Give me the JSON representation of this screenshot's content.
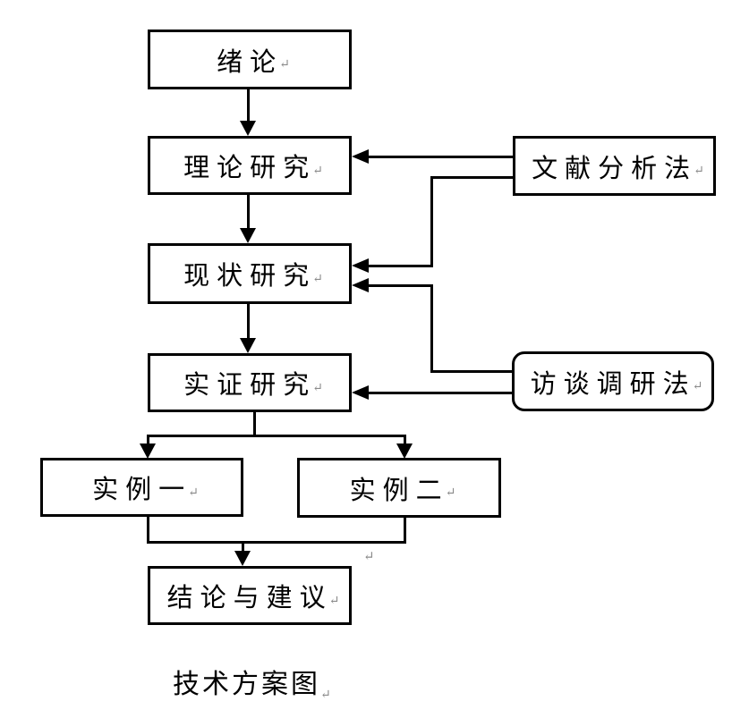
{
  "diagram": {
    "title": "技术方案图",
    "paragraph_mark": "↵",
    "colors": {
      "background": "#ffffff",
      "line": "#000000",
      "text": "#000000",
      "paragraph_mark": "#8a8a8a"
    },
    "nodes": {
      "intro": {
        "label": "绪论",
        "shape": "rect"
      },
      "theory": {
        "label": "理论研究",
        "shape": "rect"
      },
      "status": {
        "label": "现状研究",
        "shape": "rect"
      },
      "empirical": {
        "label": "实证研究",
        "shape": "rect"
      },
      "case1": {
        "label": "实例一",
        "shape": "rect"
      },
      "case2": {
        "label": "实例二",
        "shape": "rect"
      },
      "conclusion": {
        "label": "结论与建议",
        "shape": "rect"
      },
      "literature": {
        "label": "文献分析法",
        "shape": "rect"
      },
      "interview": {
        "label": "访谈调研法",
        "shape": "rounded-rect"
      }
    },
    "edges": [
      {
        "from": "intro",
        "to": "theory",
        "type": "arrow"
      },
      {
        "from": "theory",
        "to": "status",
        "type": "arrow"
      },
      {
        "from": "status",
        "to": "empirical",
        "type": "arrow"
      },
      {
        "from": "empirical",
        "to": "case1",
        "type": "arrow"
      },
      {
        "from": "empirical",
        "to": "case2",
        "type": "arrow"
      },
      {
        "from": "case1",
        "to": "conclusion",
        "type": "arrow"
      },
      {
        "from": "case2",
        "to": "conclusion",
        "type": "arrow"
      },
      {
        "from": "literature",
        "to": "theory",
        "type": "arrow"
      },
      {
        "from": "literature",
        "to": "status",
        "type": "arrow"
      },
      {
        "from": "interview",
        "to": "status",
        "type": "arrow"
      },
      {
        "from": "interview",
        "to": "empirical",
        "type": "arrow"
      }
    ]
  }
}
